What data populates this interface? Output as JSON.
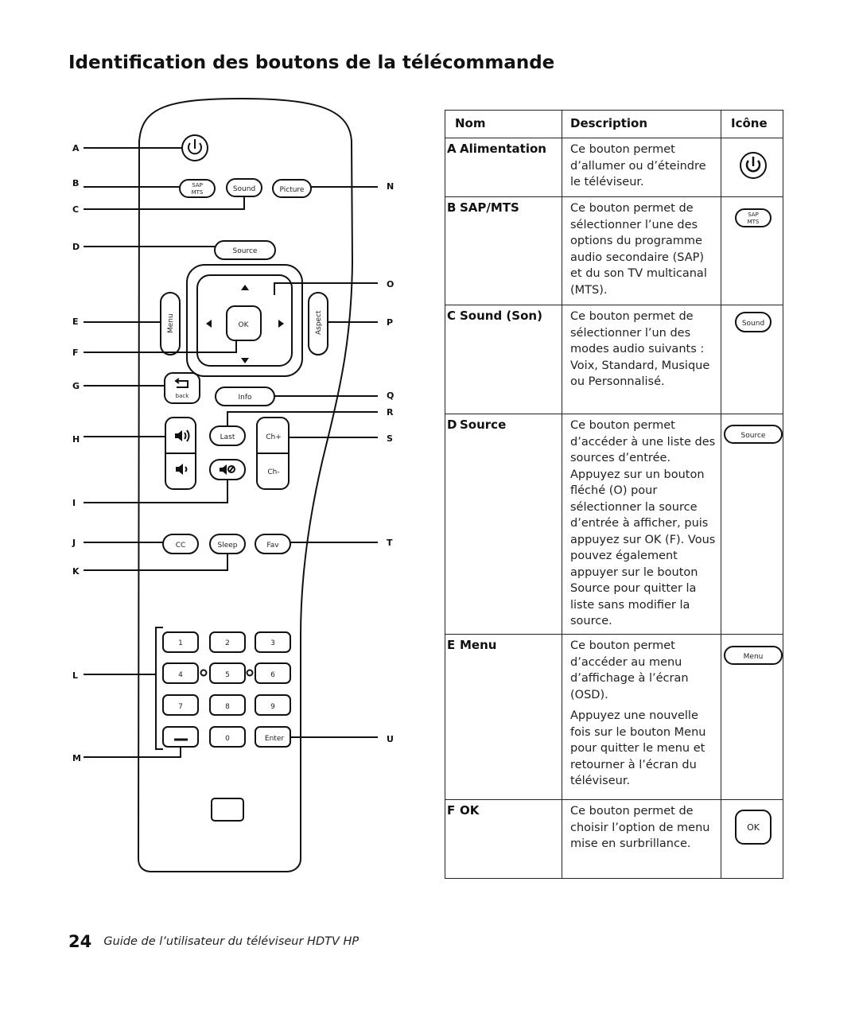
{
  "page": {
    "title": "Identification des boutons de la télécommande",
    "page_number": "24",
    "footer_text": "Guide de l’utilisateur du téléviseur HDTV HP"
  },
  "remote": {
    "letters": [
      "A",
      "B",
      "C",
      "D",
      "E",
      "F",
      "G",
      "H",
      "I",
      "J",
      "K",
      "L",
      "M",
      "N",
      "O",
      "P",
      "Q",
      "R",
      "S",
      "T",
      "U"
    ],
    "buttons": {
      "sap_top": "SAP",
      "sap_bottom": "MTS",
      "sound": "Sound",
      "picture": "Picture",
      "source": "Source",
      "menu": "Menu",
      "aspect": "Aspect",
      "ok": "OK",
      "back": "back",
      "info": "Info",
      "last": "Last",
      "ch_up": "Ch+",
      "ch_down": "Ch-",
      "cc": "CC",
      "sleep": "Sleep",
      "fav": "Fav",
      "digits": [
        "1",
        "2",
        "3",
        "4",
        "5",
        "6",
        "7",
        "8",
        "9"
      ],
      "zero": "0",
      "enter": "Enter"
    }
  },
  "table": {
    "headers": {
      "name": "Nom",
      "description": "Description",
      "icon": "Icône"
    },
    "rows": [
      {
        "letter": "A",
        "name": "Alimentation",
        "icon": "power-icon",
        "desc": [
          "Ce bouton permet d’allumer ou d’éteindre le téléviseur."
        ]
      },
      {
        "letter": "B",
        "name": "SAP/MTS",
        "icon": "sap-mts-icon",
        "icon_top": "SAP",
        "icon_bottom": "MTS",
        "desc": [
          "Ce bouton permet de sélectionner l’une des options du programme audio secondaire (SAP) et du son TV multicanal (MTS)."
        ]
      },
      {
        "letter": "C",
        "name": "Sound (Son)",
        "icon": "sound-icon",
        "icon_label": "Sound",
        "desc": [
          "Ce bouton permet de sélectionner l’un des modes audio suivants : Voix, Standard, Musique ou Personnalisé."
        ]
      },
      {
        "letter": "D",
        "name": "Source",
        "icon": "source-icon",
        "icon_label": "Source",
        "desc": [
          "Ce bouton permet d’accéder à une liste des sources d’entrée. Appuyez sur un bouton fléché (O) pour sélectionner la source d’entrée à afficher, puis appuyez sur OK (F). Vous pouvez également appuyer sur le bouton Source pour quitter la liste sans modifier la source."
        ]
      },
      {
        "letter": "E",
        "name": "Menu",
        "icon": "menu-icon",
        "icon_label": "Menu",
        "desc": [
          "Ce bouton permet d’accéder au menu d’affichage à l’écran (OSD).",
          "Appuyez une nouvelle fois sur le bouton Menu pour quitter le menu et retourner à l’écran du téléviseur."
        ]
      },
      {
        "letter": "F",
        "name": "OK",
        "icon": "ok-icon",
        "icon_label": "OK",
        "desc": [
          "Ce bouton permet de choisir l’option de menu mise en surbrillance."
        ]
      }
    ]
  }
}
